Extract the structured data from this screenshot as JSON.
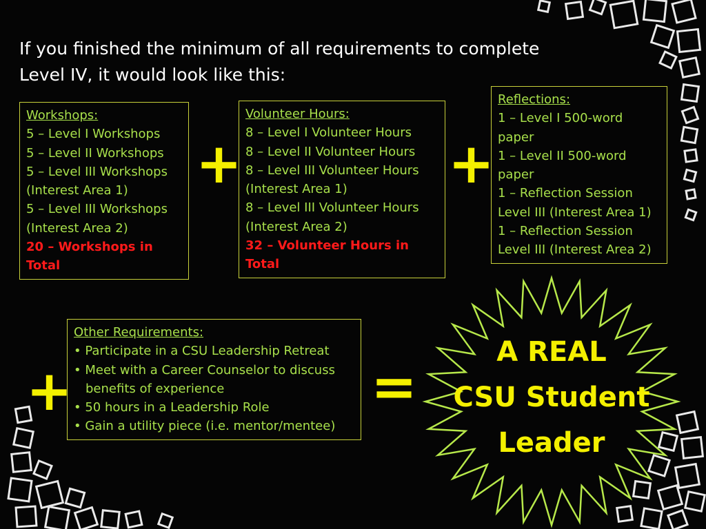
{
  "heading": {
    "line1": "If you finished the minimum of all requirements to complete",
    "line2": "Level IV, it would look like this:"
  },
  "workshops": {
    "title": "Workshops:",
    "lines": [
      "5 – Level I Workshops",
      "5 – Level II Workshops",
      "5 – Level III Workshops",
      "(Interest Area 1)",
      "5 – Level III Workshops",
      "(Interest Area 2)"
    ],
    "total": "20 – Workshops in Total"
  },
  "volunteer": {
    "title": "Volunteer Hours:",
    "lines": [
      "8 – Level I Volunteer Hours",
      "8 – Level II Volunteer Hours",
      "8 – Level III Volunteer Hours",
      "(Interest Area 1)",
      "8 – Level III Volunteer Hours",
      "(Interest Area 2)"
    ],
    "total": "32 – Volunteer Hours in Total"
  },
  "reflections": {
    "title": "Reflections:",
    "lines": [
      "1 – Level I 500-word",
      "paper",
      "1 – Level II 500-word",
      "paper",
      "1 – Reflection Session",
      "Level III (Interest Area 1)",
      "1 – Reflection Session",
      "Level III (Interest Area 2)"
    ]
  },
  "other": {
    "title": "Other Requirements:",
    "bullets": [
      "• Participate in a CSU Leadership Retreat",
      "• Meet with a Career Counselor to discuss",
      "benefits of experience",
      "• 50 hours in a Leadership Role",
      "• Gain a utility piece (i.e. mentor/mentee)"
    ]
  },
  "symbols": {
    "plus": "+",
    "equals": "="
  },
  "result": {
    "line1": "A REAL",
    "line2": "CSU Student",
    "line3": "Leader"
  },
  "colors": {
    "background": "#050505",
    "box_text": "#a8e04b",
    "box_border": "#c9d23a",
    "total": "#ff1a1a",
    "accent": "#f4f000",
    "burst": "#b7e84a"
  }
}
